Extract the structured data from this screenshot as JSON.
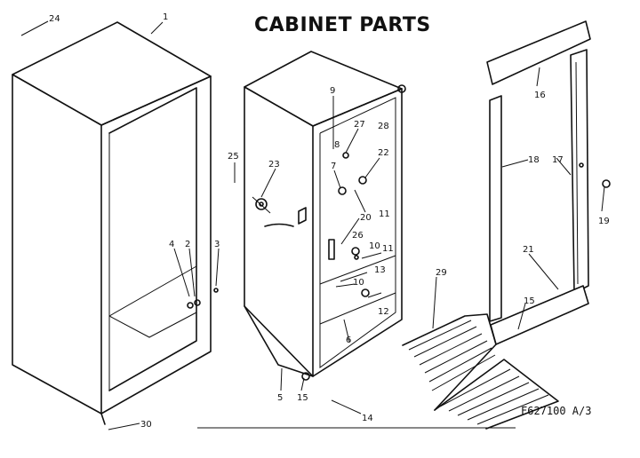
{
  "title": "CABINET PARTS",
  "drawing_code": "F627100  A/3",
  "callouts": {
    "c1": "1",
    "c2": "2",
    "c3": "3",
    "c4": "4",
    "c5": "5",
    "c6": "6",
    "c7": "7",
    "c8": "8",
    "c9": "9",
    "c10a": "10",
    "c10b": "10",
    "c11a": "11",
    "c11b": "11",
    "c12": "12",
    "c13": "13",
    "c14": "14",
    "c15a": "15",
    "c15b": "15",
    "c16": "16",
    "c17": "17",
    "c18": "18",
    "c19": "19",
    "c20": "20",
    "c21": "21",
    "c22": "22",
    "c23": "23",
    "c24": "24",
    "c25": "25",
    "c26": "26",
    "c27": "27",
    "c28": "28",
    "c29": "29",
    "c30": "30"
  }
}
